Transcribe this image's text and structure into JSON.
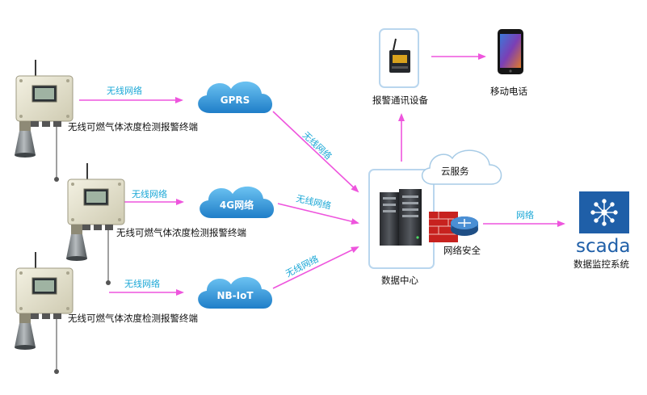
{
  "colors": {
    "arrow": "#ee55dd",
    "network_label": "#1aa7d6",
    "cloud_blue": "#2a8fd8",
    "scada_blue": "#1f5fa8"
  },
  "terminals": [
    {
      "label": "无线可燃气体浓度检测报警终端",
      "link_label": "无线网络"
    },
    {
      "label": "无线可燃气体浓度检测报警终端",
      "link_label": "无线网络"
    },
    {
      "label": "无线可燃气体浓度检测报警终端",
      "link_label": "无线网络"
    }
  ],
  "networks": [
    {
      "name": "GPRS",
      "link_label": "无线网络"
    },
    {
      "name": "4G网络",
      "link_label": "无线网络"
    },
    {
      "name": "NB-IoT",
      "link_label": "无线网络"
    }
  ],
  "data_center": {
    "label": "数据中心"
  },
  "cloud_service": {
    "label": "云服务"
  },
  "firewall": {
    "label": "网络安全"
  },
  "alarm_device": {
    "label": "报警通讯设备"
  },
  "mobile_phone": {
    "label": "移动电话"
  },
  "scada": {
    "logo_text": "scada",
    "label": "数据监控系统",
    "link_label": "网络"
  }
}
